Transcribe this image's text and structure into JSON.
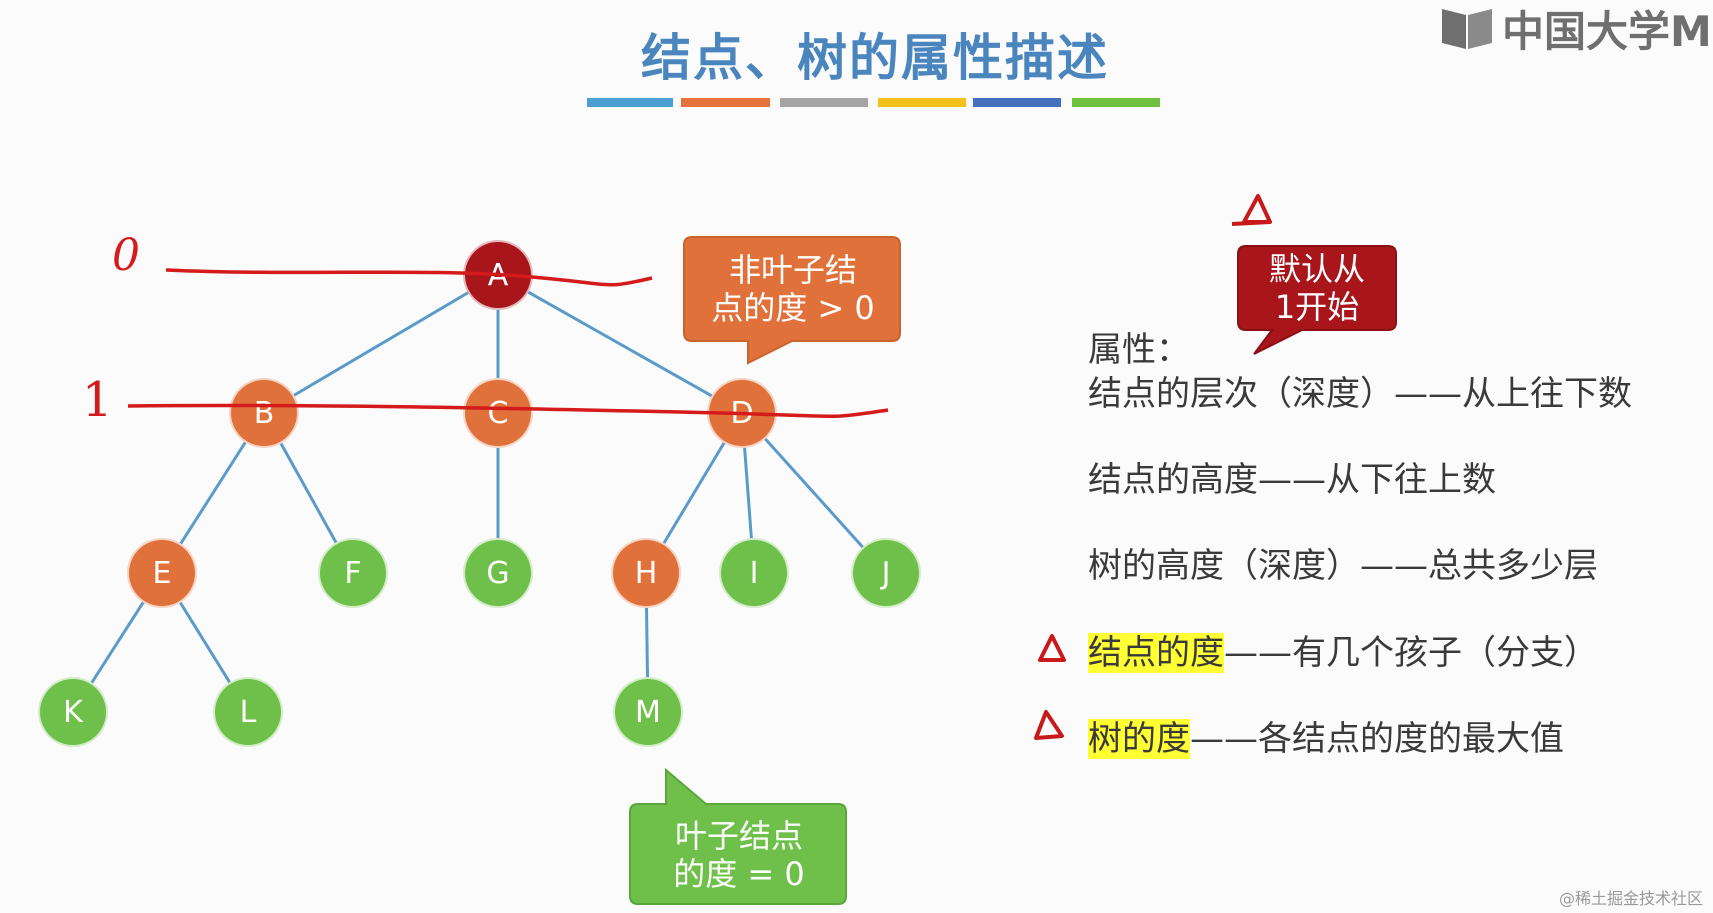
{
  "title": "结点、树的属性描述",
  "logo": {
    "text": "中国大学MO"
  },
  "title_bar_colors": [
    "#4e9fd1",
    "#e6733a",
    "#a5a5a5",
    "#f4c21b",
    "#4470c0",
    "#70c040"
  ],
  "tree": {
    "nodes": [
      {
        "label": "A",
        "kind": "root"
      },
      {
        "label": "B",
        "kind": "internal"
      },
      {
        "label": "C",
        "kind": "internal"
      },
      {
        "label": "D",
        "kind": "internal"
      },
      {
        "label": "E",
        "kind": "internal"
      },
      {
        "label": "F",
        "kind": "leaf"
      },
      {
        "label": "G",
        "kind": "leaf"
      },
      {
        "label": "H",
        "kind": "internal"
      },
      {
        "label": "I",
        "kind": "leaf"
      },
      {
        "label": "J",
        "kind": "leaf"
      },
      {
        "label": "K",
        "kind": "leaf"
      },
      {
        "label": "L",
        "kind": "leaf"
      },
      {
        "label": "M",
        "kind": "leaf"
      }
    ],
    "edges": [
      [
        "A",
        "B"
      ],
      [
        "A",
        "C"
      ],
      [
        "A",
        "D"
      ],
      [
        "B",
        "E"
      ],
      [
        "B",
        "F"
      ],
      [
        "C",
        "G"
      ],
      [
        "D",
        "H"
      ],
      [
        "D",
        "I"
      ],
      [
        "D",
        "J"
      ],
      [
        "E",
        "K"
      ],
      [
        "E",
        "L"
      ],
      [
        "H",
        "M"
      ]
    ],
    "colors": {
      "root": "#a8161c",
      "internal": "#e0713a",
      "leaf": "#6fc04a",
      "edge": "#5b9bc9",
      "annotation": "#d41a1a"
    }
  },
  "annotations": {
    "level0": "0",
    "level1": "1"
  },
  "callouts": {
    "nonleaf": {
      "line1": "非叶子结",
      "line2": "点的度 > 0"
    },
    "leaf": {
      "line1": "叶子结点",
      "line2": "的度 = 0"
    },
    "default": {
      "line1": "默认从",
      "line2": "1开始"
    }
  },
  "properties": {
    "heading": "属性：",
    "level": "结点的层次（深度）——从上往下数",
    "node_height": "结点的高度——从下往上数",
    "tree_height": "树的高度（深度）——总共多少层",
    "node_degree_term": "结点的度",
    "node_degree_rest": "——有几个孩子（分支）",
    "tree_degree_term": "树的度",
    "tree_degree_rest": "——各结点的度的最大值"
  },
  "watermark": "@稀土掘金技术社区"
}
